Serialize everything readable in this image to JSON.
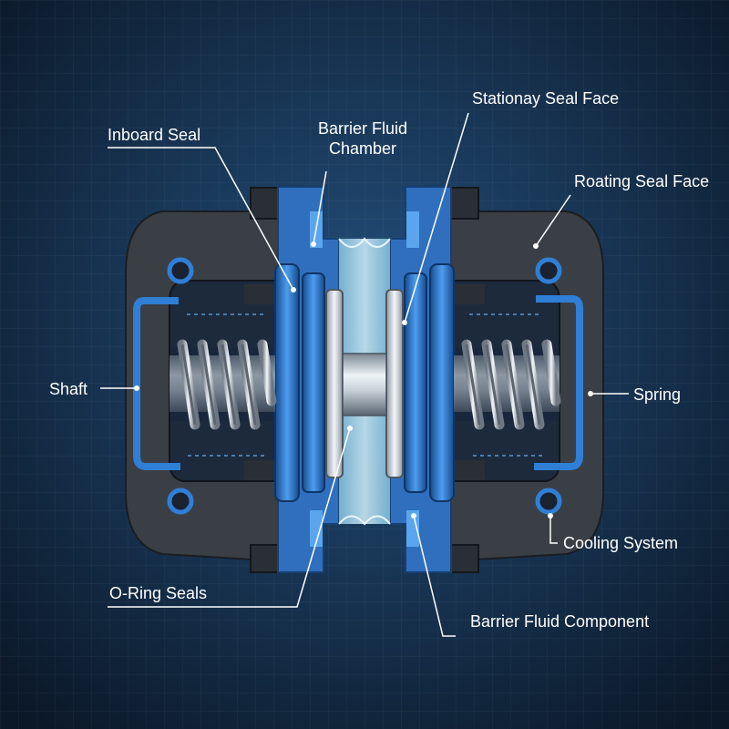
{
  "colors": {
    "background_center": "#1f4268",
    "background_edge": "#0c1a2c",
    "housing": "#3a3f46",
    "housing_dark": "#1f2328",
    "seal_blue": "#2f7fd6",
    "seal_blue_dark": "#1a4f93",
    "barrier_fluid": "#9fd0e8",
    "label_text": "#ffffff",
    "leader_line": "#ffffff"
  },
  "labels": {
    "inboard_seal": "Inboard Seal",
    "barrier_fluid_chamber_line1": "Barrier Fluid",
    "barrier_fluid_chamber_line2": "Chamber",
    "stationary_seal_face": "Stationay Seal Face",
    "rotating_seal_face": "Roating Seal Face",
    "shaft": "Shaft",
    "spring": "Spring",
    "cooling_system": "Cooling System",
    "o_ring_seals": "O-Ring Seals",
    "barrier_fluid_component": "Barrier Fluid Component"
  }
}
